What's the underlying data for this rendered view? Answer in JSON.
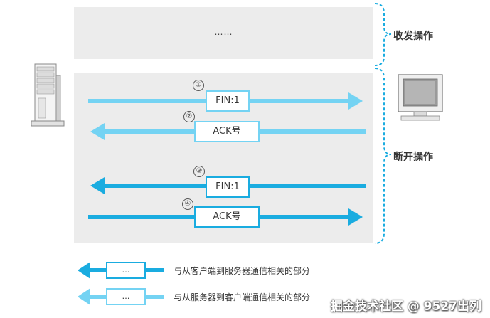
{
  "top_phase": {
    "ellipsis": "……",
    "label": "收发操作"
  },
  "bottom_phase": {
    "label": "断开操作"
  },
  "steps": [
    {
      "num": "①",
      "packet": "FIN:1",
      "direction": "server-to-client",
      "color": "#74d3f3"
    },
    {
      "num": "②",
      "packet": "ACK号",
      "direction": "client-to-server",
      "color": "#74d3f3"
    },
    {
      "num": "③",
      "packet": "FIN:1",
      "direction": "client-to-server",
      "color": "#1aace0"
    },
    {
      "num": "④",
      "packet": "ACK号",
      "direction": "server-to-client",
      "color": "#1aace0"
    }
  ],
  "legend": [
    {
      "box": "…",
      "text": "与从客户端到服务器通信相关的部分",
      "color": "#1aace0"
    },
    {
      "box": "…",
      "text": "与从服务器到客户端通信相关的部分",
      "color": "#74d3f3"
    }
  ],
  "watermark": "掘金技术社区 @ 9527出列",
  "colors": {
    "dark_arrow": "#1aace0",
    "light_arrow": "#74d3f3",
    "panel": "#ececec"
  }
}
